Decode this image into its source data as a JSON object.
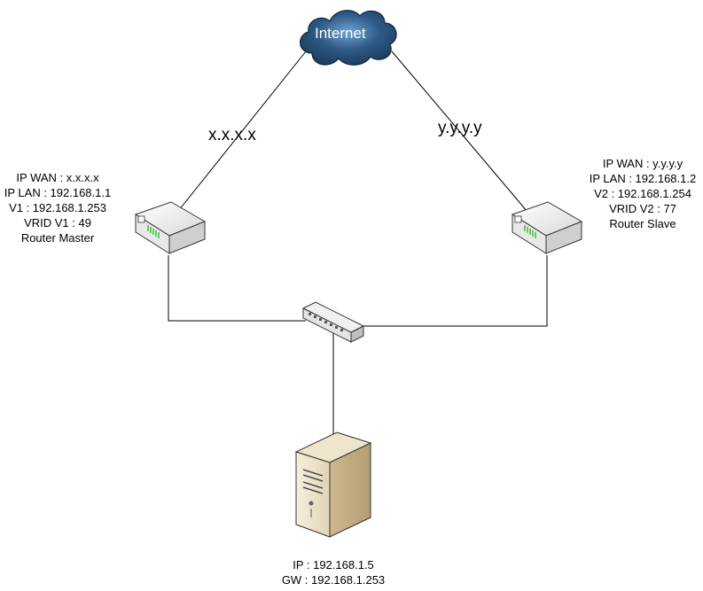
{
  "colors": {
    "cloud": "#1d3f5e",
    "cloud_highlight": "#6fa2d1",
    "router_body": "#f4f4f4",
    "router_led": "#3fbf3f",
    "server_body": "#e9dcc2",
    "line": "#000000"
  },
  "icons": {
    "internet": "cloud-icon",
    "router_master": "router-icon",
    "router_slave": "router-icon",
    "switch": "switch-icon",
    "server": "server-icon"
  },
  "internet": {
    "label": "Internet"
  },
  "links": {
    "master_wan": "x.x.x.x",
    "slave_wan": "y.y.y.y"
  },
  "router_master": {
    "lines": [
      "IP WAN : x.x.x.x",
      "IP LAN : 192.168.1.1",
      "V1 : 192.168.1.253",
      "VRID V1 : 49",
      "Router Master"
    ]
  },
  "router_slave": {
    "lines": [
      "IP WAN : y.y.y.y",
      "IP LAN : 192.168.1.2",
      "V2 : 192.168.1.254",
      "VRID V2 : 77",
      "Router Slave"
    ]
  },
  "server": {
    "lines": [
      "IP : 192.168.1.5",
      "GW : 192.168.1.253"
    ]
  }
}
